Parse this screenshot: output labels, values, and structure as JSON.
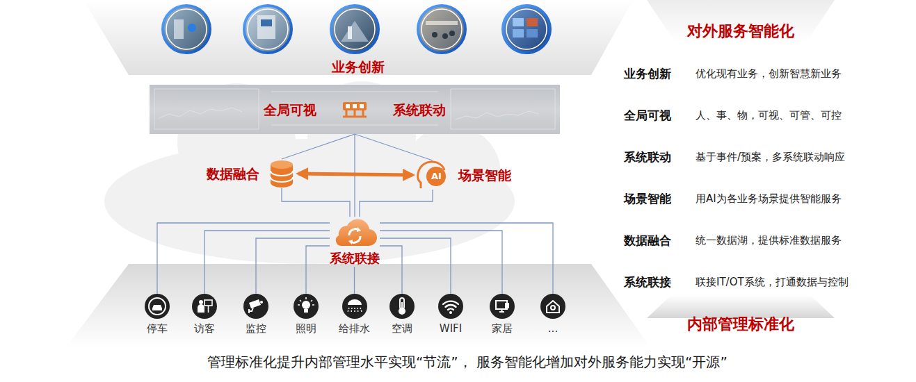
{
  "diagram": {
    "caption": "管理标准化提升内部管理水平实现“节流”， 服务智能化增加对外服务能力实现“开源”",
    "nodes": [
      {
        "text": [
          "业务创新"
        ]
      },
      {
        "text": [
          "全局可视",
          "系统联动"
        ]
      },
      {
        "text": [
          "数据融合"
        ]
      },
      {
        "text": [
          "场景智能"
        ]
      },
      {
        "text": [
          "系统联接"
        ]
      },
      {
        "text": [
          "停车"
        ]
      },
      {
        "text": [
          "访客"
        ]
      },
      {
        "text": [
          "监控"
        ]
      },
      {
        "text": [
          "照明"
        ]
      },
      {
        "text": [
          "给排水"
        ]
      },
      {
        "text": [
          "空调"
        ]
      },
      {
        "text": [
          "WIFI"
        ]
      },
      {
        "text": [
          "家居"
        ]
      },
      {
        "text": [
          "..."
        ]
      }
    ],
    "edges": [
      {
        "from": 1,
        "to": 2,
        "arrow": "none"
      },
      {
        "from": 1,
        "to": 3,
        "arrow": "none"
      },
      {
        "from": 1,
        "to": 4,
        "arrow": "none"
      },
      {
        "from": 2,
        "to": 3,
        "arrow": "both"
      },
      {
        "from": 2,
        "to": 4,
        "arrow": "none"
      },
      {
        "from": 3,
        "to": 4,
        "arrow": "none"
      },
      {
        "from": 4,
        "to": 5,
        "arrow": "none"
      },
      {
        "from": 4,
        "to": 6,
        "arrow": "none"
      },
      {
        "from": 4,
        "to": 7,
        "arrow": "none"
      },
      {
        "from": 4,
        "to": 8,
        "arrow": "none"
      },
      {
        "from": 4,
        "to": 9,
        "arrow": "none"
      },
      {
        "from": 4,
        "to": 10,
        "arrow": "none"
      },
      {
        "from": 4,
        "to": 11,
        "arrow": "none"
      },
      {
        "from": 4,
        "to": 12,
        "arrow": "none"
      },
      {
        "from": 4,
        "to": 13,
        "arrow": "none"
      }
    ],
    "labels": [
      "对外服务智能化",
      "业务创新",
      "优化现有业务，创新智慧新业务",
      "全局可视",
      "人、事、物，可视、可管、可控",
      "系统联动",
      "基于事件/预案，多系统联动响应",
      "场景智能",
      "用AI为各业务场景提供智能服务",
      "数据融合",
      "统一数据湖，提供标准数据服务",
      "系统联接",
      "联接IT/OT系统，打通数据与控制",
      "内部管理标准化",
      "AI"
    ]
  }
}
